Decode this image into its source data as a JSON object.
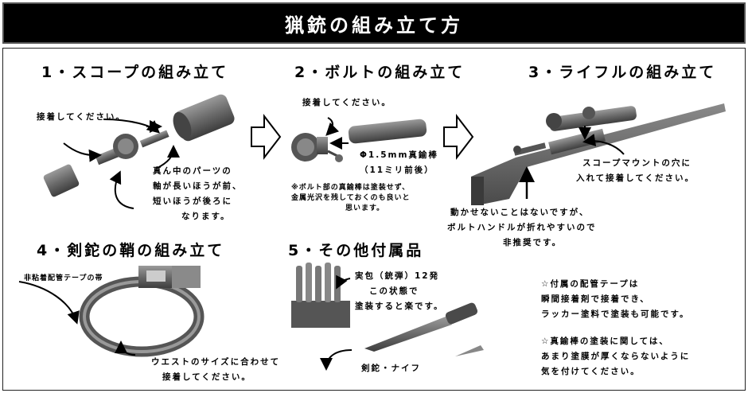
{
  "title": "猟銃の組み立て方",
  "sections": {
    "scope": {
      "heading": "1・スコープの組み立て",
      "note_glue": "接着してください。",
      "note_parts": [
        "真ん中のパーツの",
        "軸が長いほうが前、",
        "短いほうが後ろに",
        "なります。"
      ]
    },
    "bolt": {
      "heading": "2・ボルトの組み立て",
      "note_glue": "接着してください。",
      "rod_spec": [
        "Φ1.5mm真鍮棒",
        "（11ミリ前後）"
      ],
      "note_paint": [
        "※ボルト部の真鍮棒は塗装せず、",
        "金属光沢を残しておくのも良いと",
        "思います。"
      ]
    },
    "rifle": {
      "heading": "3・ライフルの組み立て",
      "note_mount": [
        "スコープマウントの穴に",
        "入れて接着してください。"
      ],
      "note_handle": [
        "動かせないことはないですが、",
        "ボルトハンドルが折れやすいので",
        "非推奨です。"
      ]
    },
    "bayonet": {
      "heading": "4・剣鉈の鞘の組み立て",
      "label_tape": "非粘着配管テープの帯",
      "note_waist": [
        "ウエストのサイズに合わせて",
        "接着してください。"
      ]
    },
    "accessories": {
      "heading": "5・その他付属品",
      "ammo_note": [
        "実包（銃弾）12発",
        "この状態で",
        "塗装すると楽です。"
      ],
      "knife_label": "剣鉈・ナイフ",
      "tape_note": [
        "☆付属の配管テープは",
        "瞬間接着剤で接着でき、",
        "ラッカー塗料で塗装も可能です。"
      ],
      "rod_note": [
        "☆真鍮棒の塗装に関しては、",
        "あまり塗膜が厚くならないように",
        "気を付けてください。"
      ]
    }
  }
}
